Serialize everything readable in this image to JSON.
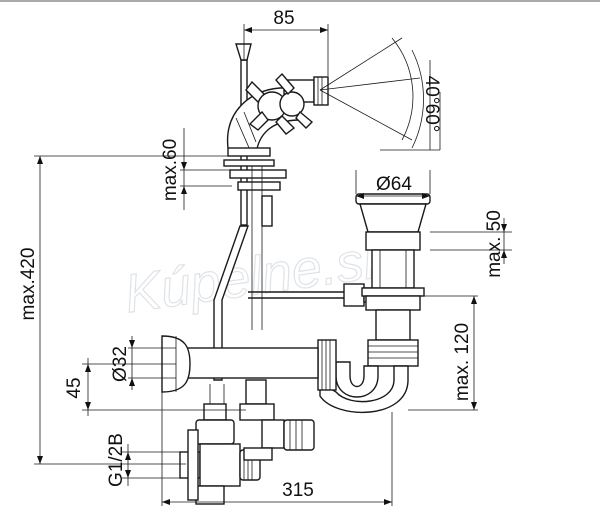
{
  "watermark": "Kúpelne.sk",
  "dimensions": {
    "width_top": "85",
    "angle_outer": "40°",
    "angle_inner": "60°",
    "max_60": "max.60",
    "diam_64": "Ø64",
    "max_50": "max. 50",
    "max_420": "max.420",
    "max_120": "max. 120",
    "diam_32": "Ø32",
    "dim_45": "45",
    "thread": "G1/2B",
    "width_bottom": "315"
  }
}
